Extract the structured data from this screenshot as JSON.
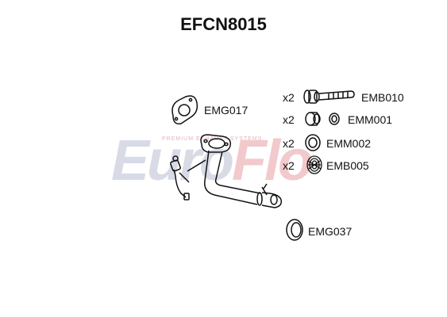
{
  "title": "EFCN8015",
  "watermark": {
    "brand_first": "Euro",
    "brand_second": "Flo",
    "tagline": "PREMIUM EXHAUST SYSTEMS",
    "color_blue": "#d8dbe6",
    "color_red": "#f2c9cc"
  },
  "parts": [
    {
      "code": "EMG017",
      "qty": "",
      "icon": "triangular-gasket-icon"
    },
    {
      "code": "EMB010",
      "qty": "x2",
      "icon": "bolt-icon"
    },
    {
      "code": "EMM001",
      "qty": "x2",
      "icon": "spring-mount-icon"
    },
    {
      "code": "EMM002",
      "qty": "x2",
      "icon": "spring-ring-icon"
    },
    {
      "code": "EMB005",
      "qty": "x2",
      "icon": "coil-spring-icon"
    },
    {
      "code": "EMG037",
      "qty": "",
      "icon": "ring-gasket-icon"
    }
  ],
  "main_part": {
    "icon": "front-pipe-icon"
  },
  "line_color": "#111111"
}
